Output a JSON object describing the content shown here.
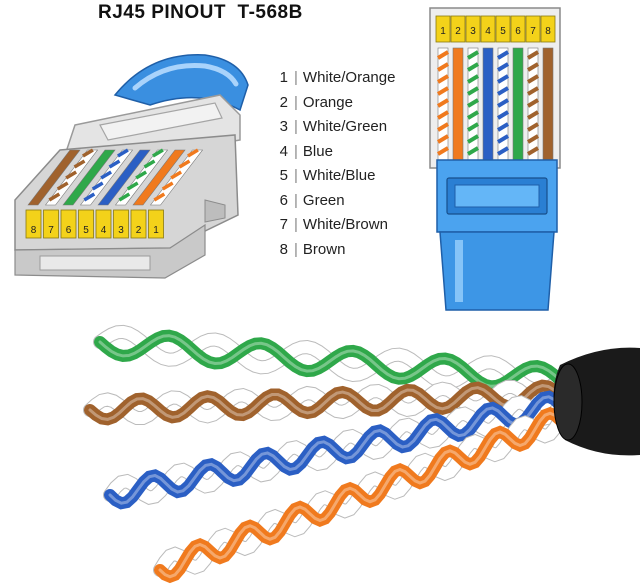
{
  "title": "RJ45 PINOUT  T-568B",
  "pin_separator": "|",
  "pins": [
    {
      "num": "1",
      "name": "White/Orange",
      "color": "#f07a1e",
      "striped": true
    },
    {
      "num": "2",
      "name": "Orange",
      "color": "#f07a1e",
      "striped": false
    },
    {
      "num": "3",
      "name": "White/Green",
      "color": "#2fa84a",
      "striped": true
    },
    {
      "num": "4",
      "name": "Blue",
      "color": "#2b5fc4",
      "striped": false
    },
    {
      "num": "5",
      "name": "White/Blue",
      "color": "#2b5fc4",
      "striped": true
    },
    {
      "num": "6",
      "name": "Green",
      "color": "#2fa84a",
      "striped": false
    },
    {
      "num": "7",
      "name": "White/Brown",
      "color": "#a0622d",
      "striped": true
    },
    {
      "num": "8",
      "name": "Brown",
      "color": "#a0622d",
      "striped": false
    }
  ],
  "colors": {
    "boot_blue": "#3a8fe0",
    "contact_yellow": "#f3d21a",
    "jacket_black": "#1a1a1a",
    "plug_gray": "#dcdcdc"
  }
}
